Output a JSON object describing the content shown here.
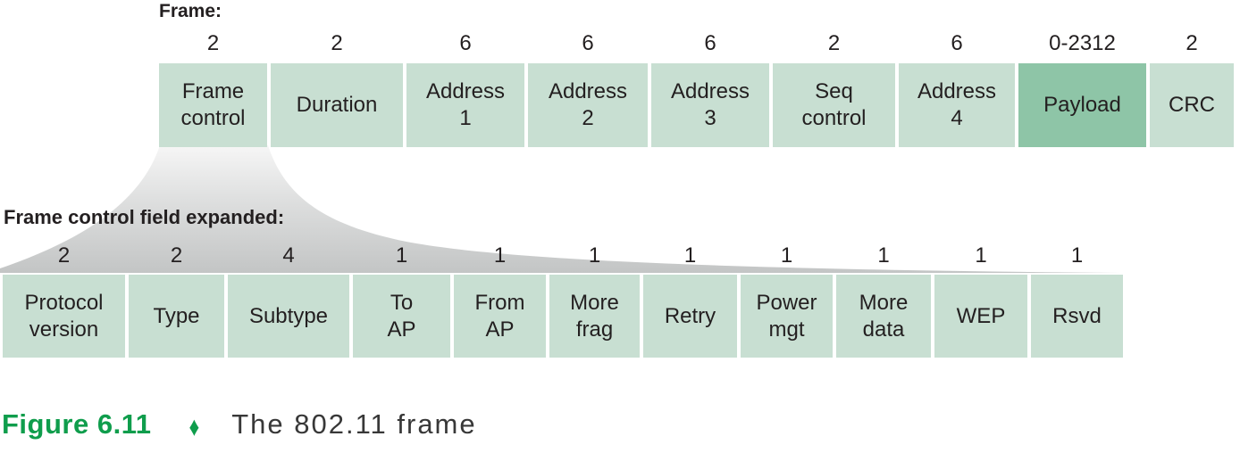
{
  "diagram": {
    "frame_label": "Frame:",
    "expanded_label": "Frame control field expanded:",
    "frame_fields": [
      {
        "size": "2",
        "name": "Frame\ncontrol"
      },
      {
        "size": "2",
        "name": "Duration"
      },
      {
        "size": "6",
        "name": "Address\n1"
      },
      {
        "size": "6",
        "name": "Address\n2"
      },
      {
        "size": "6",
        "name": "Address\n3"
      },
      {
        "size": "2",
        "name": "Seq\ncontrol"
      },
      {
        "size": "6",
        "name": "Address\n4"
      },
      {
        "size": "0-2312",
        "name": "Payload"
      },
      {
        "size": "2",
        "name": "CRC"
      }
    ],
    "expanded_fields": [
      {
        "size": "2",
        "name": "Protocol\nversion"
      },
      {
        "size": "2",
        "name": "Type"
      },
      {
        "size": "4",
        "name": "Subtype"
      },
      {
        "size": "1",
        "name": "To\nAP"
      },
      {
        "size": "1",
        "name": "From\nAP"
      },
      {
        "size": "1",
        "name": "More\nfrag"
      },
      {
        "size": "1",
        "name": "Retry"
      },
      {
        "size": "1",
        "name": "Power\nmgt"
      },
      {
        "size": "1",
        "name": "More\ndata"
      },
      {
        "size": "1",
        "name": "WEP"
      },
      {
        "size": "1",
        "name": "Rsvd"
      }
    ],
    "colors": {
      "field_fill": "#c8dfd2",
      "payload_fill": "#8ec5a7",
      "fan_gradient_top": "#f4f4f4",
      "fan_gradient_bottom": "#c3c5c5",
      "figure_green": "#0f9d4c",
      "text": "#231f20"
    }
  },
  "caption": {
    "figure_number": "Figure 6.11",
    "separator": "♦",
    "title": "The 802.11 frame"
  }
}
